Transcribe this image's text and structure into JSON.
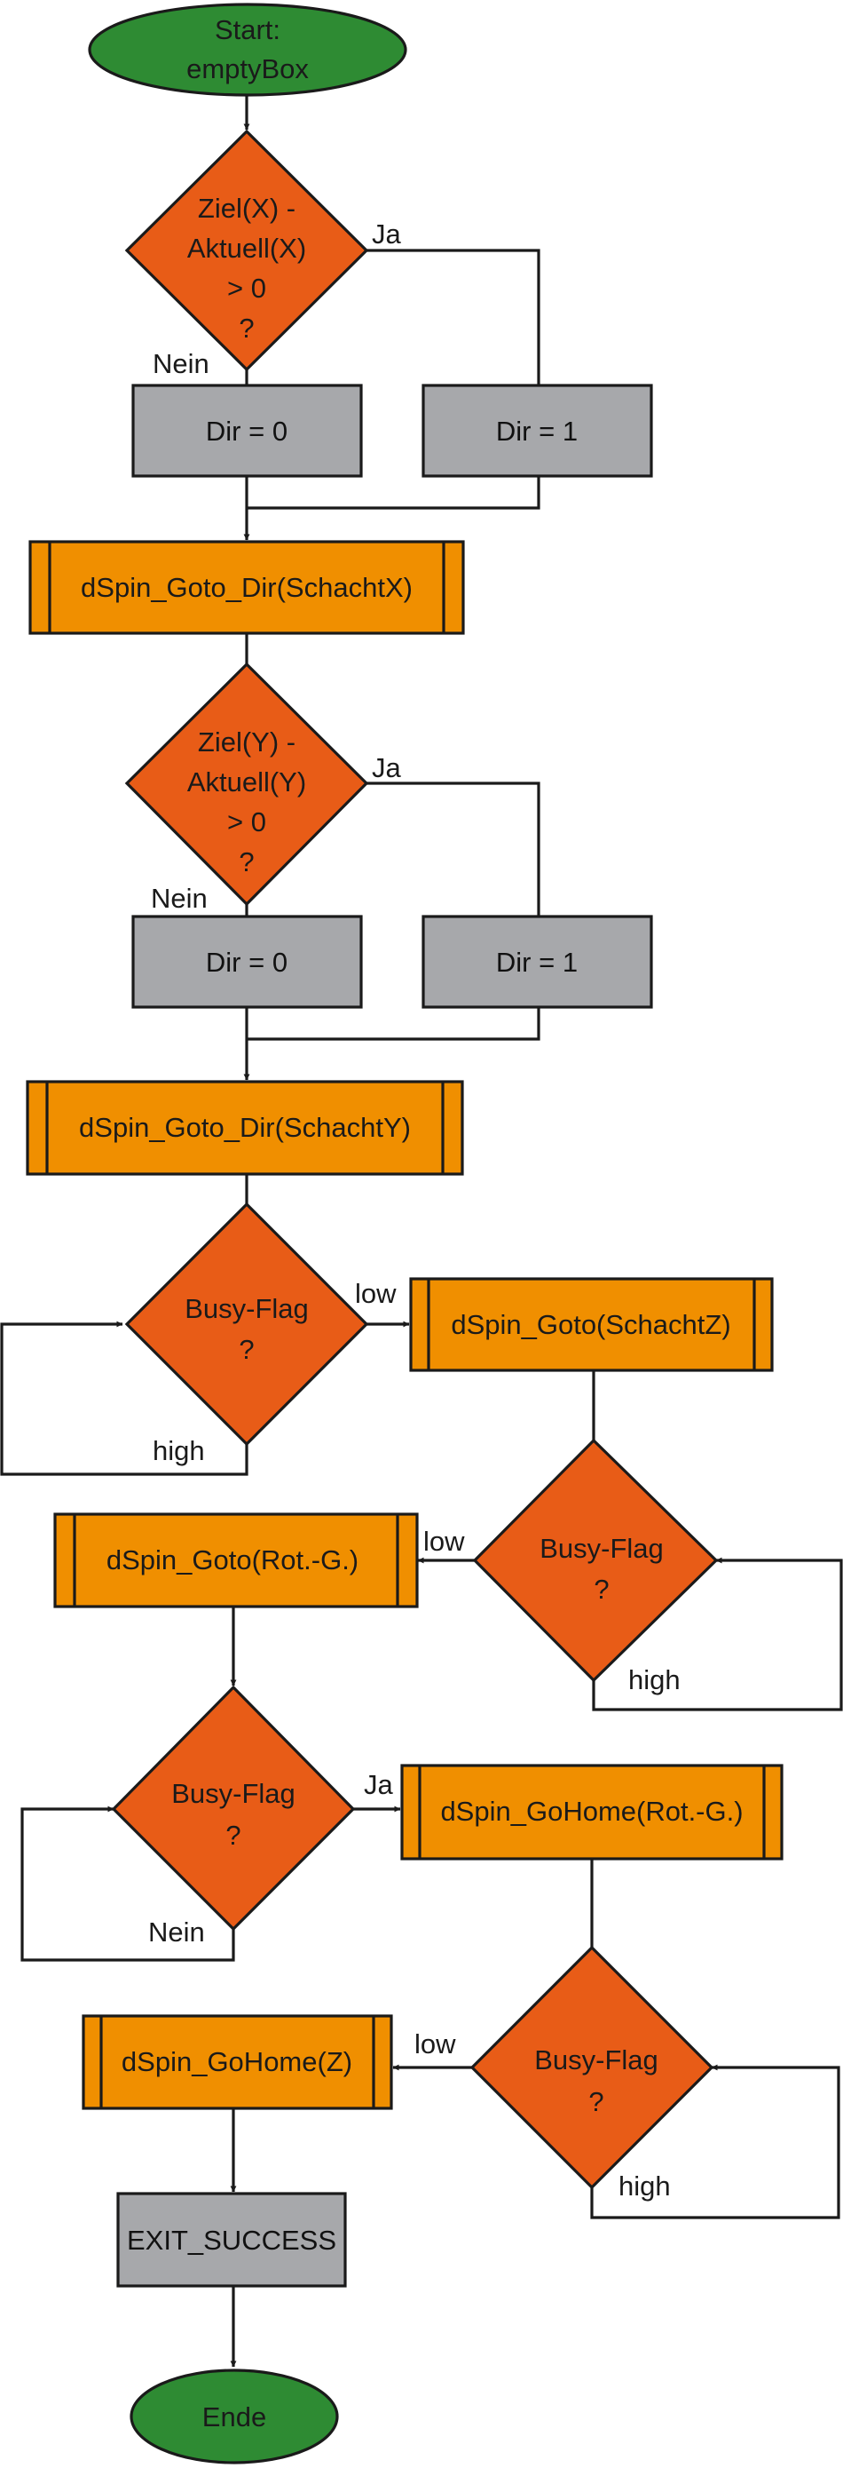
{
  "colors": {
    "terminal": "#2e8b33",
    "decision": "#e85c17",
    "process": "#a7a8ab",
    "subroutine": "#f08f00",
    "stroke": "#1a1a1a"
  },
  "nodes": {
    "start": {
      "line1": "Start:",
      "line2": "emptyBox"
    },
    "dec_x": {
      "line1": "Ziel(X) -",
      "line2": "Aktuell(X)",
      "line3": "> 0",
      "line4": "?"
    },
    "dir0_x": {
      "text": "Dir = 0"
    },
    "dir1_x": {
      "text": "Dir = 1"
    },
    "goto_dir_x": {
      "text": "dSpin_Goto_Dir(SchachtX)"
    },
    "dec_y": {
      "line1": "Ziel(Y) -",
      "line2": "Aktuell(Y)",
      "line3": "> 0",
      "line4": "?"
    },
    "dir0_y": {
      "text": "Dir = 0"
    },
    "dir1_y": {
      "text": "Dir = 1"
    },
    "goto_dir_y": {
      "text": "dSpin_Goto_Dir(SchachtY)"
    },
    "busy1": {
      "line1": "Busy-Flag",
      "line2": "?"
    },
    "goto_z": {
      "text": "dSpin_Goto(SchachtZ)"
    },
    "busy2": {
      "line1": "Busy-Flag",
      "line2": "?"
    },
    "goto_rot": {
      "text": "dSpin_Goto(Rot.-G.)"
    },
    "busy3": {
      "line1": "Busy-Flag",
      "line2": "?"
    },
    "gohome_rot": {
      "text": "dSpin_GoHome(Rot.-G.)"
    },
    "busy4": {
      "line1": "Busy-Flag",
      "line2": "?"
    },
    "gohome_z": {
      "text": "dSpin_GoHome(Z)"
    },
    "exit": {
      "text": "EXIT_SUCCESS"
    },
    "end": {
      "text": "Ende"
    }
  },
  "edge_labels": {
    "x_ja": "Ja",
    "x_nein": "Nein",
    "y_ja": "Ja",
    "y_nein": "Nein",
    "busy1_low": "low",
    "busy1_high": "high",
    "busy2_low": "low",
    "busy2_high": "high",
    "busy3_ja": "Ja",
    "busy3_nein": "Nein",
    "busy4_low": "low",
    "busy4_high": "high"
  }
}
